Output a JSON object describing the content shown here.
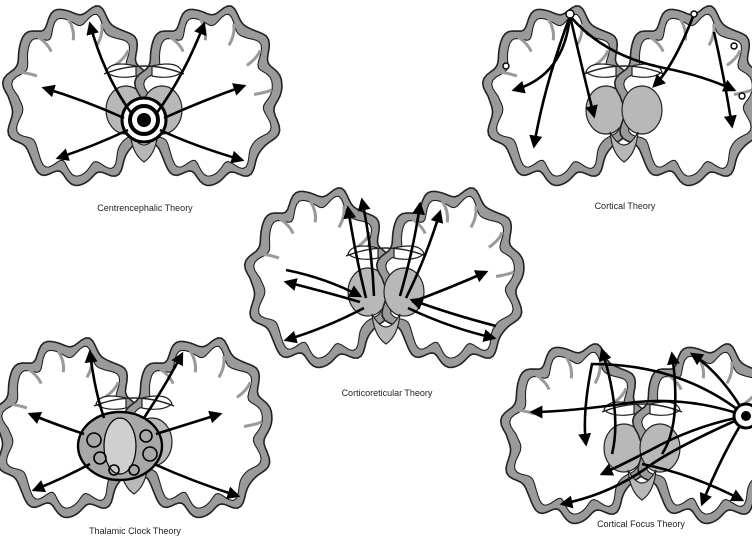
{
  "colors": {
    "cortex": "#9a9a9a",
    "outline": "#222222",
    "thalamus": "#b8b8b8",
    "arrow": "#000000"
  },
  "diagrams": [
    {
      "id": "centrencephalic",
      "caption": "Centrencephalic Theory"
    },
    {
      "id": "cortical",
      "caption": "Cortical Theory"
    },
    {
      "id": "corticoreticular",
      "caption": "Corticoreticular Theory"
    },
    {
      "id": "thalamic-clock",
      "caption": "Thalamic Clock Theory"
    },
    {
      "id": "cortical-focus",
      "caption": "Cortical Focus Theory"
    }
  ]
}
